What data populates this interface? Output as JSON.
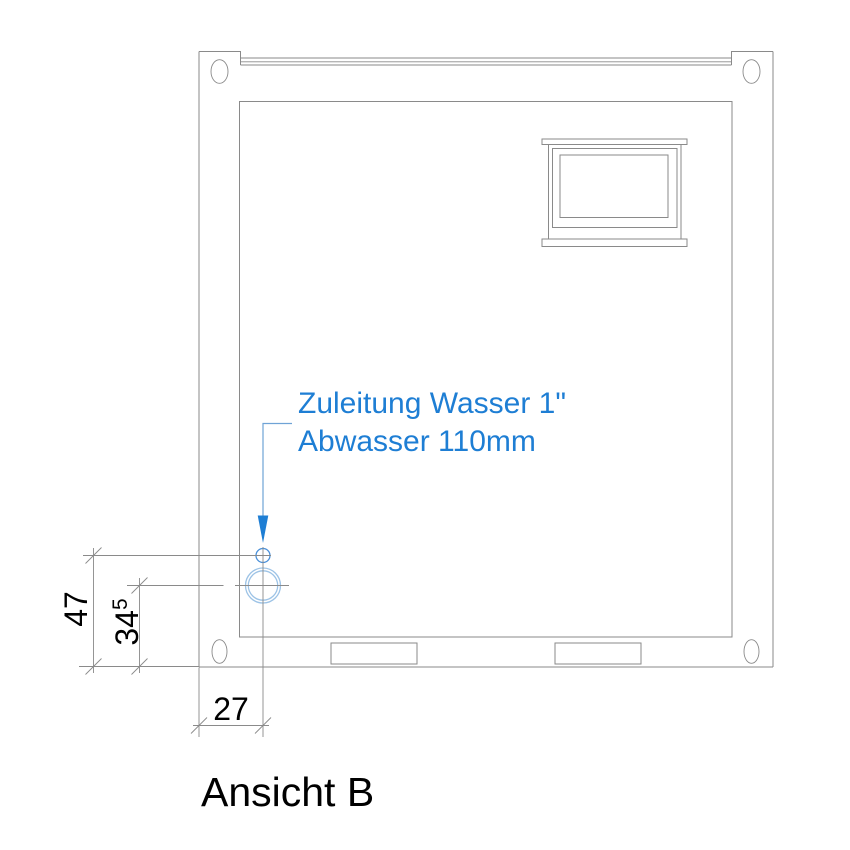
{
  "drawing_title": {
    "label": "Ansicht B"
  },
  "annotation": {
    "line1": "Zuleitung Wasser 1\"",
    "line2": "Abwasser 110mm"
  },
  "dimensions": {
    "height_inlet": {
      "value": "47"
    },
    "height_drain": {
      "value": "34",
      "superscript": "5"
    },
    "offset_left": {
      "value": "27"
    }
  },
  "colors": {
    "line": "#8a8a8a",
    "dim_text": "#000000",
    "accent_blue": "#1e7ed4",
    "leader_blue": "#6fa3d6",
    "pipe_blue": "#9dc3e6",
    "drain_blue": "#4a90d9",
    "background": "#ffffff"
  }
}
